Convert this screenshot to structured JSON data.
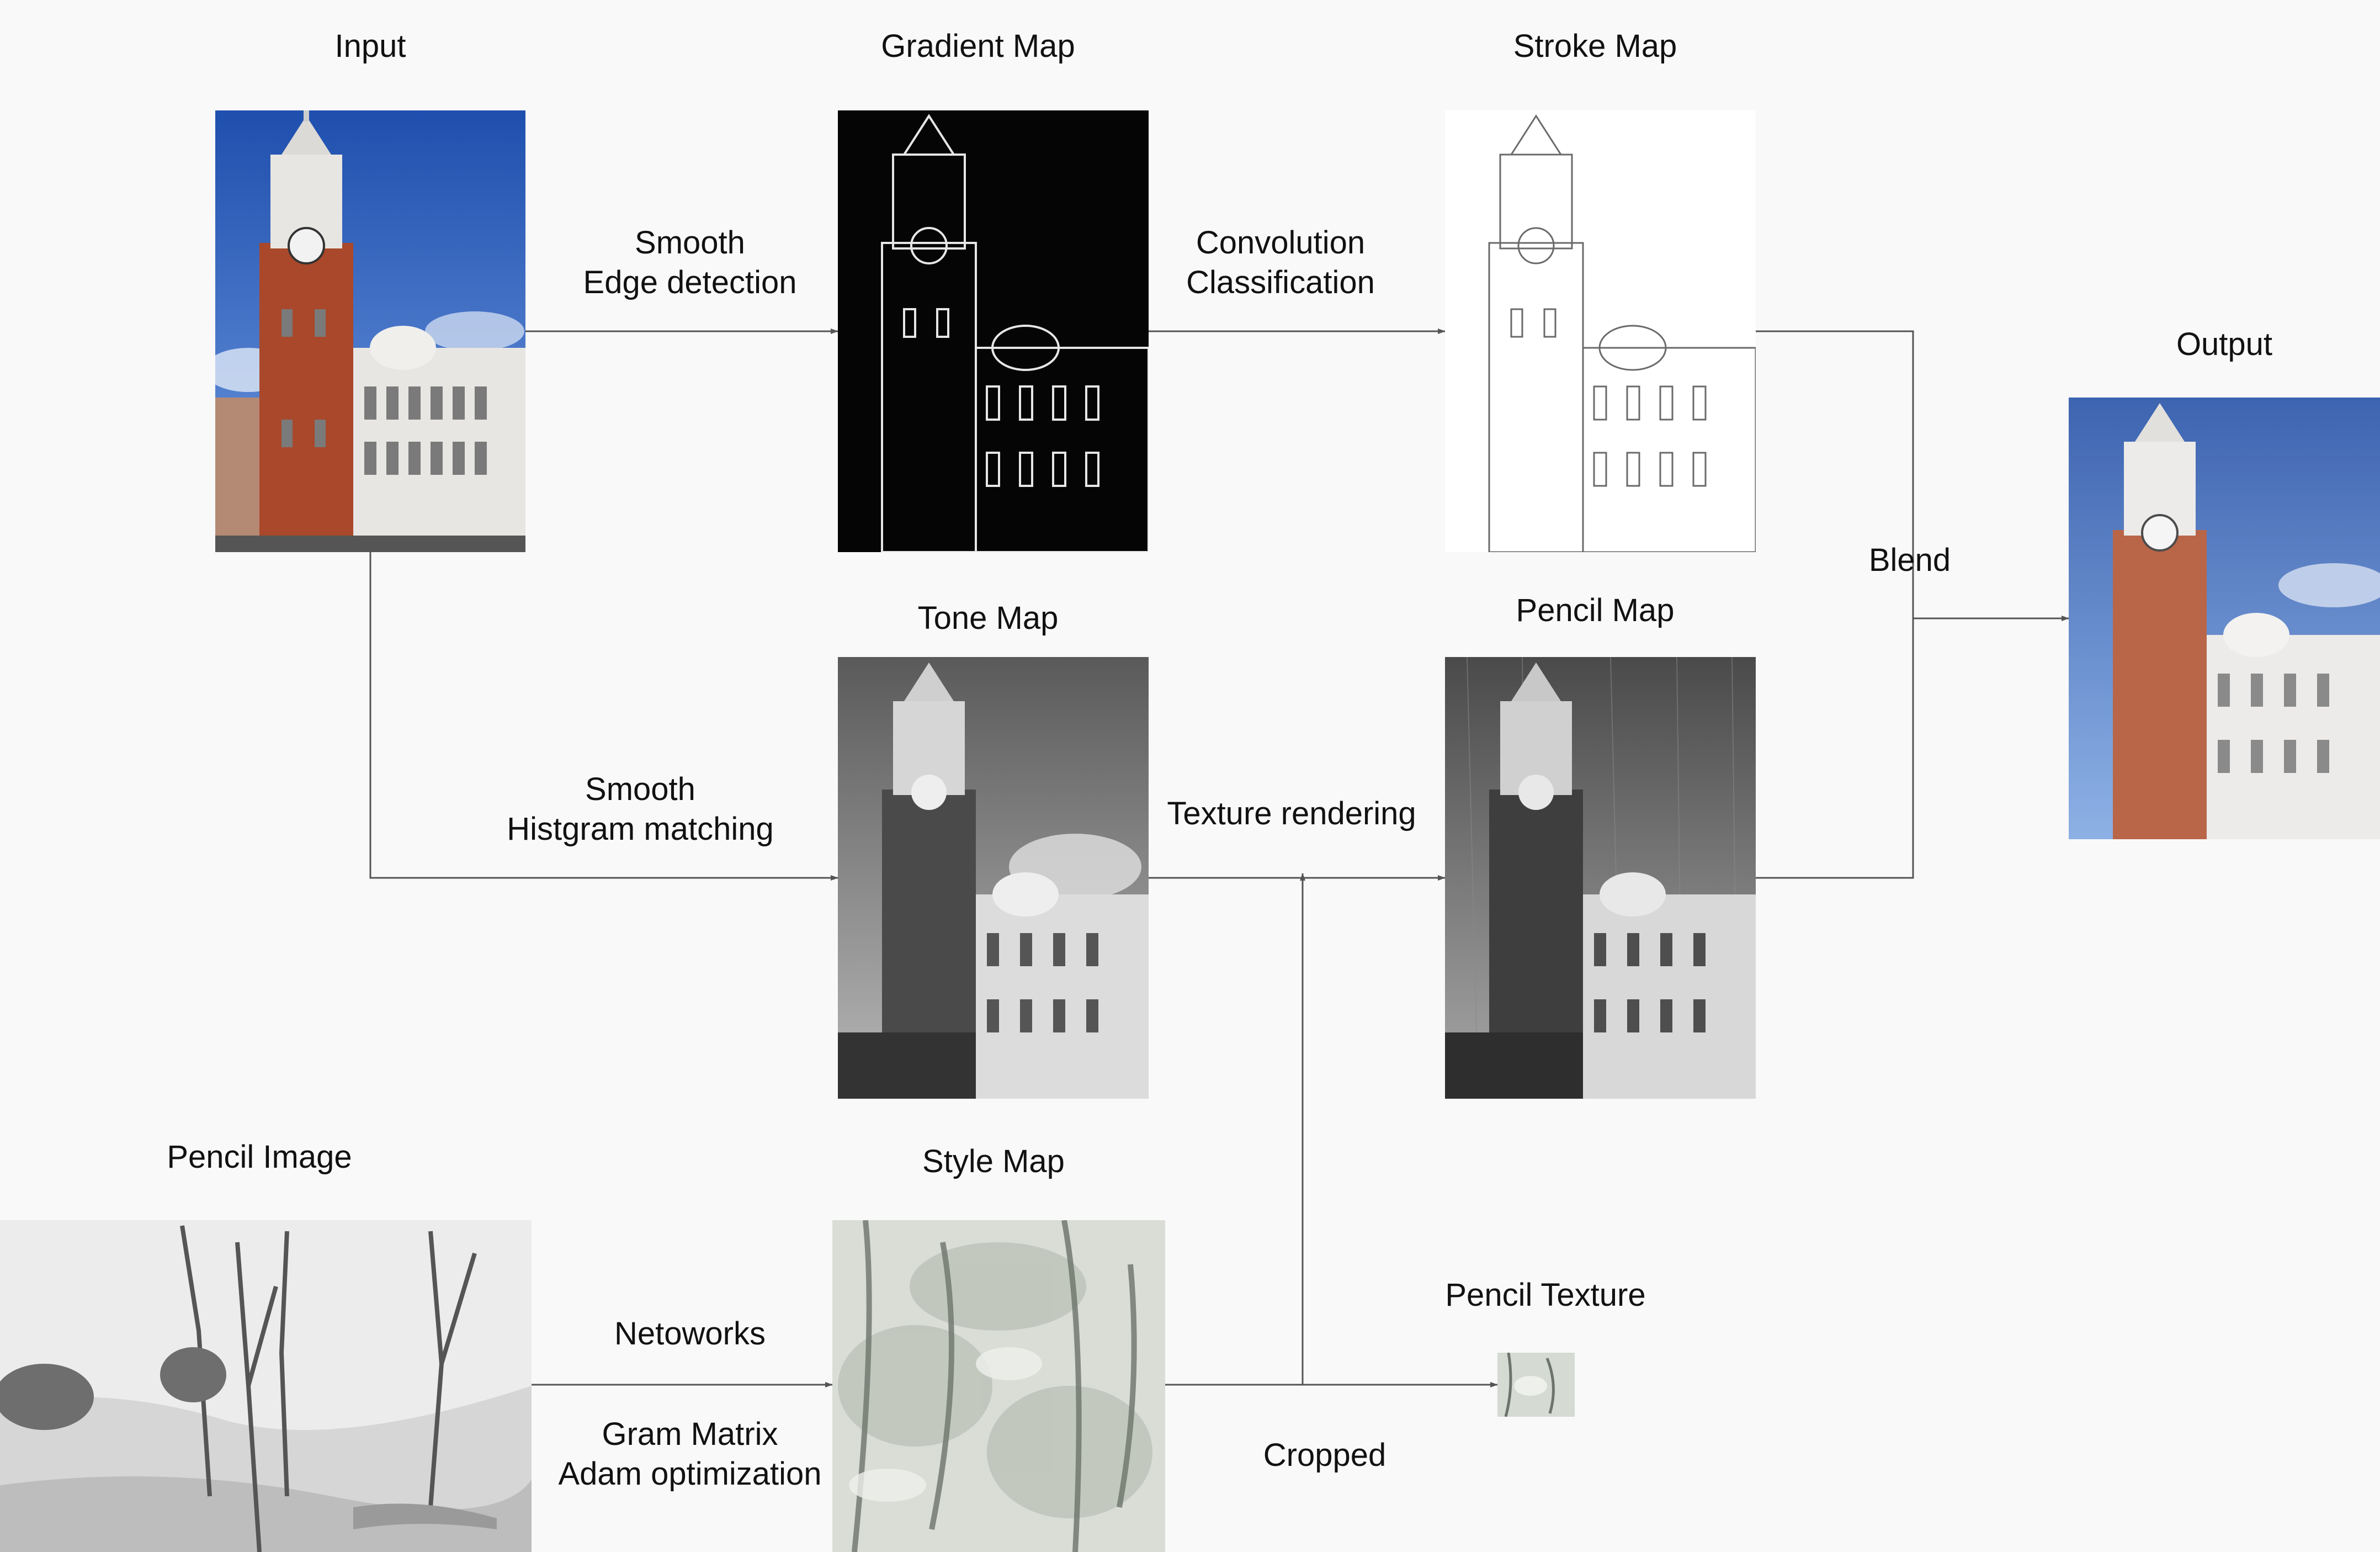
{
  "titles": {
    "input": "Input",
    "gradient": "Gradient Map",
    "stroke": "Stroke Map",
    "output": "Output",
    "tone": "Tone Map",
    "pencil_map": "Pencil Map",
    "pencil_image": "Pencil Image",
    "style_map": "Style Map",
    "pencil_texture": "Pencil Texture"
  },
  "edges": {
    "input_gradient": [
      "Smooth",
      "Edge detection"
    ],
    "gradient_stroke": [
      "Convolution",
      "Classification"
    ],
    "input_tone": [
      "Smooth",
      "Histgram matching"
    ],
    "tone_pencil": "Texture rendering",
    "blend": "Blend",
    "pencil_style_top": "Netoworks",
    "pencil_style_bottom": [
      "Gram Matrix",
      "Adam optimization"
    ],
    "cropped": "Cropped"
  },
  "colors": {
    "background": "#f9f9f9",
    "line": "#555555",
    "sky": "#2f5fb8",
    "tower": "#a9482a",
    "building": "#e8e6e2"
  }
}
